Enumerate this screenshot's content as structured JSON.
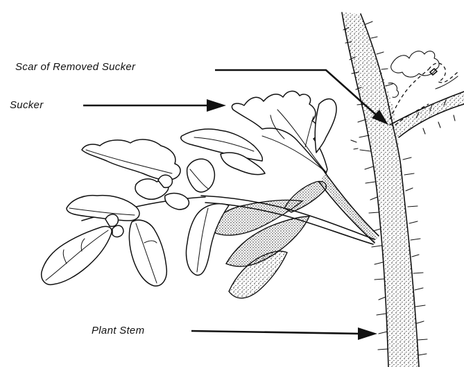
{
  "labels": {
    "scar": "Scar of Removed Sucker",
    "sucker": "Sucker",
    "stem": "Plant Stem"
  }
}
